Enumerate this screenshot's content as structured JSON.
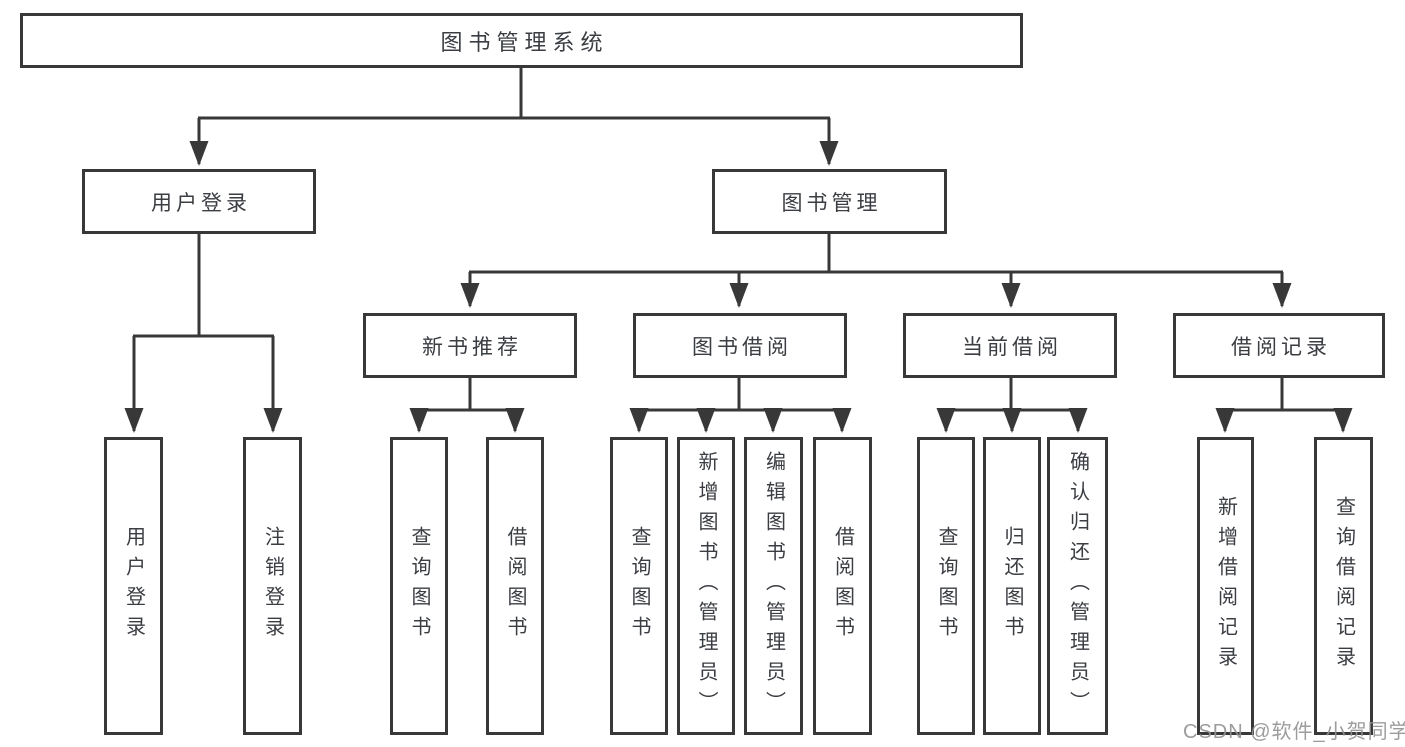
{
  "diagram": {
    "colors": {
      "line": "#383838",
      "text": "#3a3d42",
      "background": "#ffffff",
      "watermark": "#949494"
    },
    "nodes": {
      "root": {
        "label": "图书管理系统"
      },
      "level2": [
        {
          "label": "用户登录"
        },
        {
          "label": "图书管理"
        }
      ],
      "level3": [
        {
          "label": "新书推荐",
          "parent": "图书管理"
        },
        {
          "label": "图书借阅",
          "parent": "图书管理"
        },
        {
          "label": "当前借阅",
          "parent": "图书管理"
        },
        {
          "label": "借阅记录",
          "parent": "图书管理"
        }
      ],
      "level4": [
        {
          "label": "用户登录",
          "parent": "用户登录"
        },
        {
          "label": "注销登录",
          "parent": "用户登录"
        },
        {
          "label": "查询图书",
          "parent": "新书推荐"
        },
        {
          "label": "借阅图书",
          "parent": "新书推荐"
        },
        {
          "label": "查询图书",
          "parent": "图书借阅"
        },
        {
          "label": "新增图书（管理员）",
          "parent": "图书借阅"
        },
        {
          "label": "编辑图书（管理员）",
          "parent": "图书借阅"
        },
        {
          "label": "借阅图书",
          "parent": "图书借阅"
        },
        {
          "label": "查询图书",
          "parent": "当前借阅"
        },
        {
          "label": "归还图书",
          "parent": "当前借阅"
        },
        {
          "label": "确认归还（管理员）",
          "parent": "当前借阅"
        },
        {
          "label": "新增借阅记录",
          "parent": "借阅记录"
        },
        {
          "label": "查询借阅记录",
          "parent": "借阅记录"
        }
      ]
    },
    "watermark": "CSDN @软件_小贺同学"
  }
}
